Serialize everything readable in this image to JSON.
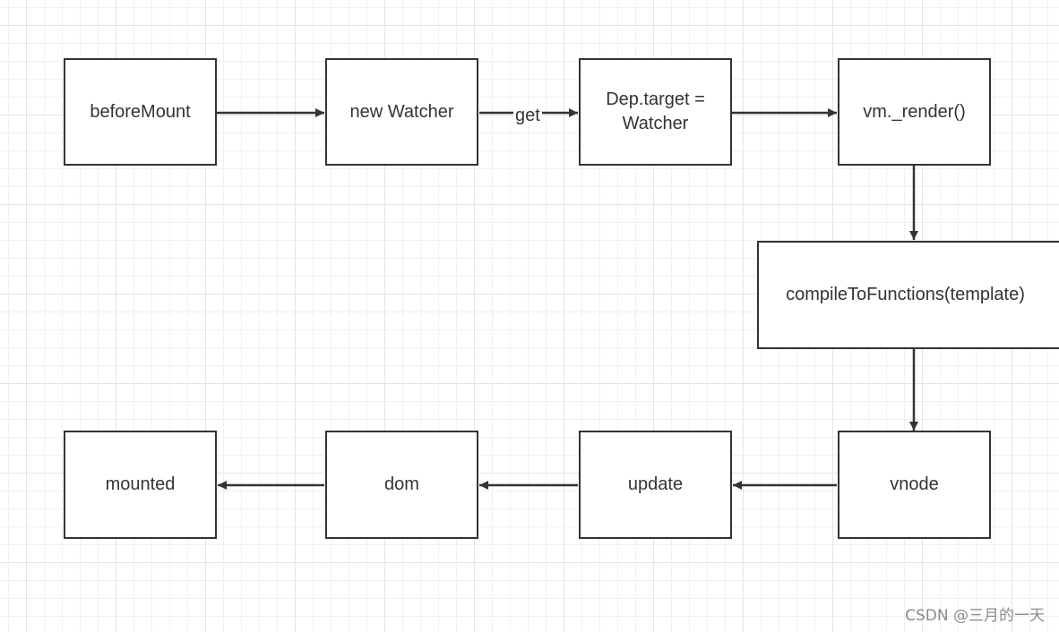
{
  "diagram": {
    "nodes": {
      "before_mount": "beforeMount",
      "new_watcher": "new Watcher",
      "dep_target": "Dep.target =\nWatcher",
      "vm_render": "vm._render()",
      "compile": "compileToFunctions(template)",
      "vnode": "vnode",
      "update": "update",
      "dom": "dom",
      "mounted": "mounted"
    },
    "edges": [
      {
        "from": "beforeMount",
        "to": "new Watcher",
        "label": ""
      },
      {
        "from": "new Watcher",
        "to": "Dep.target = Watcher",
        "label": "get"
      },
      {
        "from": "Dep.target = Watcher",
        "to": "vm._render()",
        "label": ""
      },
      {
        "from": "vm._render()",
        "to": "compileToFunctions(template)",
        "label": ""
      },
      {
        "from": "compileToFunctions(template)",
        "to": "vnode",
        "label": ""
      },
      {
        "from": "vnode",
        "to": "update",
        "label": ""
      },
      {
        "from": "update",
        "to": "dom",
        "label": ""
      },
      {
        "from": "dom",
        "to": "mounted",
        "label": ""
      }
    ],
    "edge_label_get": "get"
  },
  "watermark": "CSDN @三月的一天",
  "colors": {
    "stroke": "#333333",
    "grid": "#e4e4e4",
    "watermark": "#8a8a8a"
  }
}
